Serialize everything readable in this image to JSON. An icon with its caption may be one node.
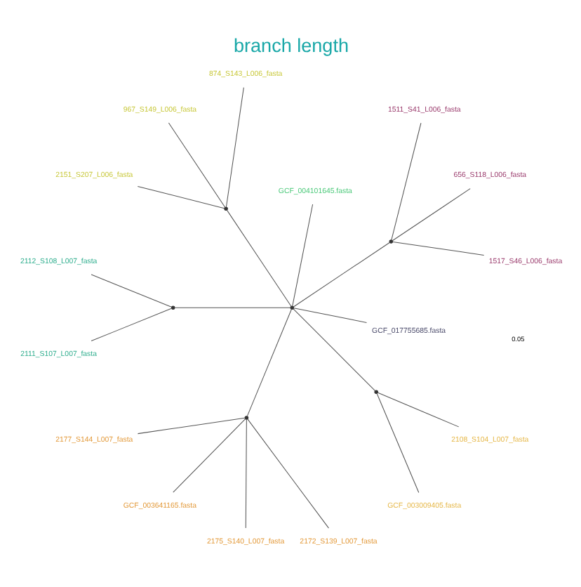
{
  "diagram": {
    "title": "branch length",
    "nodes": [
      {
        "text": [],
        "shape": "point"
      },
      {
        "text": [],
        "shape": "point"
      },
      {
        "text": [
          "1517_S46_L006_fasta"
        ]
      },
      {
        "text": [
          "656_S118_L006_fasta"
        ]
      },
      {
        "text": [
          "1511_S41_L006_fasta"
        ]
      },
      {
        "text": [
          "GCF_004101645.fasta"
        ]
      },
      {
        "text": [],
        "shape": "point"
      },
      {
        "text": [
          "874_S143_L006_fasta"
        ]
      },
      {
        "text": [
          "967_S149_L006_fasta"
        ]
      },
      {
        "text": [
          "2151_S207_L006_fasta"
        ]
      },
      {
        "text": [],
        "shape": "point"
      },
      {
        "text": [
          "2112_S108_L007_fasta"
        ]
      },
      {
        "text": [
          "2111_S107_L007_fasta"
        ]
      },
      {
        "text": [],
        "shape": "point"
      },
      {
        "text": [
          "2177_S144_L007_fasta"
        ]
      },
      {
        "text": [
          "GCF_003641165.fasta"
        ]
      },
      {
        "text": [
          "2175_S140_L007_fasta"
        ]
      },
      {
        "text": [
          "2172_S139_L007_fasta"
        ]
      },
      {
        "text": [],
        "shape": "point"
      },
      {
        "text": [
          "GCF_003009405.fasta"
        ]
      },
      {
        "text": [
          "2108_S104_L007_fasta"
        ]
      },
      {
        "text": [
          "GCF_017755685.fasta"
        ]
      }
    ],
    "edges": [
      {
        "from": 0,
        "to": 1,
        "arrow": "none"
      },
      {
        "from": 1,
        "to": 2,
        "arrow": "none"
      },
      {
        "from": 1,
        "to": 3,
        "arrow": "none"
      },
      {
        "from": 1,
        "to": 4,
        "arrow": "none"
      },
      {
        "from": 0,
        "to": 5,
        "arrow": "none"
      },
      {
        "from": 0,
        "to": 6,
        "arrow": "none"
      },
      {
        "from": 6,
        "to": 7,
        "arrow": "none"
      },
      {
        "from": 6,
        "to": 8,
        "arrow": "none"
      },
      {
        "from": 6,
        "to": 9,
        "arrow": "none"
      },
      {
        "from": 0,
        "to": 10,
        "arrow": "none"
      },
      {
        "from": 10,
        "to": 11,
        "arrow": "none"
      },
      {
        "from": 10,
        "to": 12,
        "arrow": "none"
      },
      {
        "from": 0,
        "to": 13,
        "arrow": "none"
      },
      {
        "from": 13,
        "to": 14,
        "arrow": "none"
      },
      {
        "from": 13,
        "to": 15,
        "arrow": "none"
      },
      {
        "from": 13,
        "to": 16,
        "arrow": "none"
      },
      {
        "from": 13,
        "to": 17,
        "arrow": "none"
      },
      {
        "from": 0,
        "to": 18,
        "arrow": "none"
      },
      {
        "from": 18,
        "to": 19,
        "arrow": "none"
      },
      {
        "from": 18,
        "to": 20,
        "arrow": "none"
      },
      {
        "from": 0,
        "to": 21,
        "arrow": "none"
      }
    ],
    "labels": [
      "0.05"
    ]
  }
}
